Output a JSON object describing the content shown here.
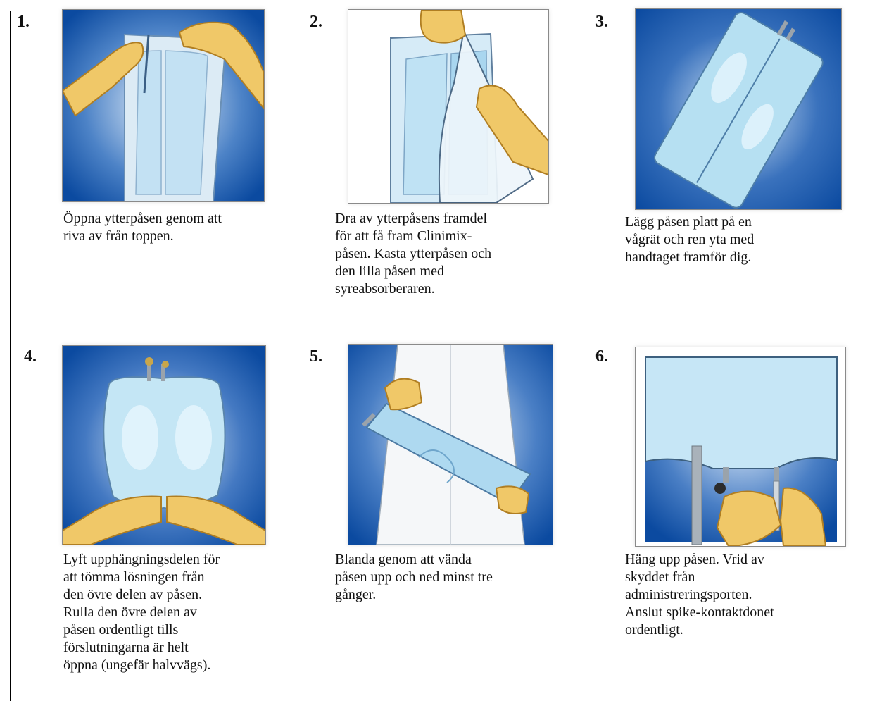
{
  "colors": {
    "background_blue": "#0b4aa0",
    "background_light": "#eaf3fb",
    "bag_fill": "#cfe8f6",
    "bag_fill_dark": "#8cc9ea",
    "glove": "#f0c868",
    "glove_edge": "#b07e22"
  },
  "steps": [
    {
      "number": "1.",
      "illustration": "tear-outer-bag-icon",
      "caption": [
        "Öppna ytterpåsen genom att",
        "riva av från toppen."
      ]
    },
    {
      "number": "2.",
      "illustration": "peel-outer-bag-icon",
      "caption": [
        "Dra av ytterpåsens framdel",
        "för att få fram Clinimix-",
        "påsen. Kasta ytterpåsen och",
        "den lilla påsen med",
        "syreabsorberaren."
      ]
    },
    {
      "number": "3.",
      "illustration": "bag-flat-icon",
      "caption": [
        "Lägg påsen platt på en",
        "vågrät och ren yta med",
        "handtaget framför dig."
      ]
    },
    {
      "number": "4.",
      "illustration": "roll-bag-icon",
      "caption": [
        "Lyft upphängningsdelen för",
        "att tömma lösningen från",
        "den övre delen av påsen.",
        "Rulla den övre delen av",
        "påsen ordentligt tills",
        "förslutningarna är helt",
        "öppna (ungefär halvvägs)."
      ]
    },
    {
      "number": "5.",
      "illustration": "mix-bag-icon",
      "caption": [
        "Blanda genom att vända",
        "påsen upp och ned minst tre",
        "gånger."
      ]
    },
    {
      "number": "6.",
      "illustration": "hang-bag-spike-icon",
      "caption": [
        "Häng upp påsen. Vrid av",
        "skyddet från",
        "administreringsporten.",
        "Anslut spike-kontaktdonet",
        "ordentligt."
      ]
    }
  ]
}
